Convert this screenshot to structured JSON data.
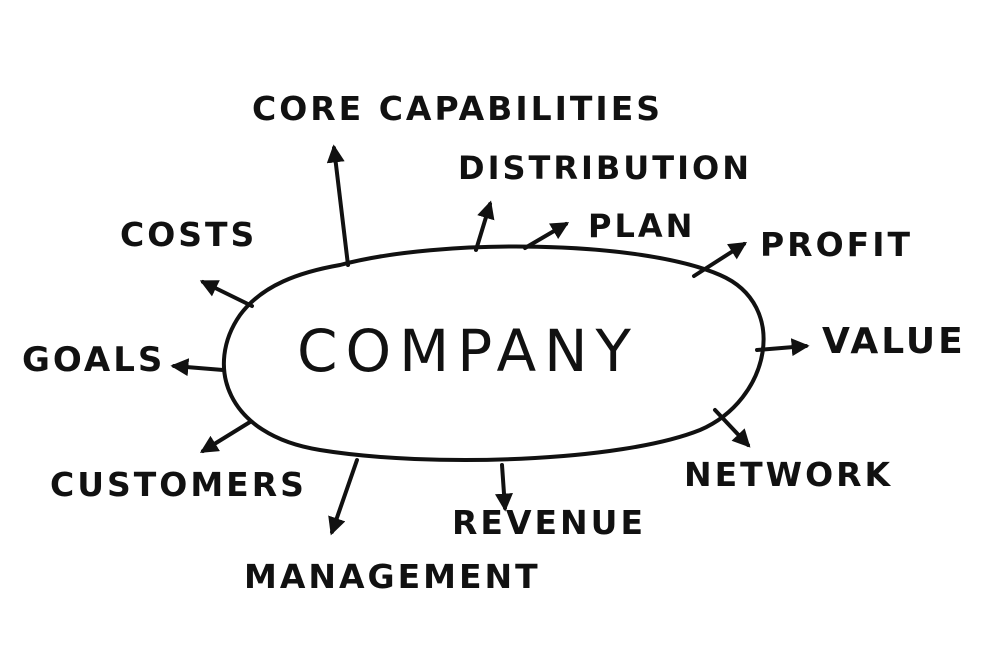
{
  "diagram": {
    "center": "COMPANY",
    "nodes": {
      "core_capabilities": "CORE CAPABILITIES",
      "distribution": "DISTRIBUTION",
      "plan": "PLAN",
      "profit": "PROFIT",
      "costs": "COSTS",
      "goals": "GOALS",
      "value": "VALUE",
      "customers": "CUSTOMERS",
      "network": "NETWORK",
      "revenue": "REVENUE",
      "management": "MANAGEMENT"
    },
    "ink_color": "#111111",
    "background": "#ffffff"
  }
}
